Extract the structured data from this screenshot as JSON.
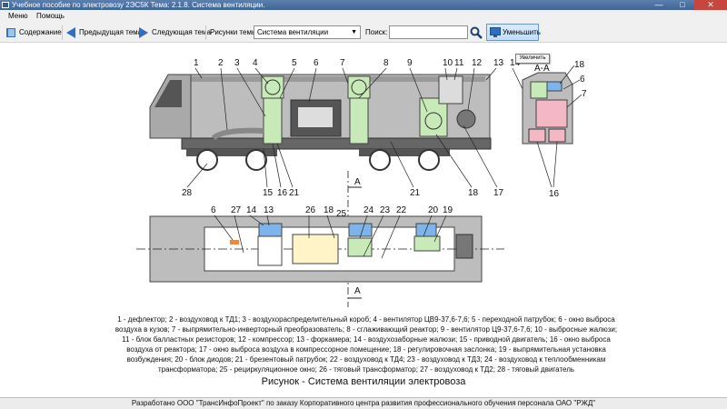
{
  "window": {
    "title": "Учебное пособие по электровозу 2ЭС5К Тема: 2.1.8. Система вентиляции.",
    "min_glyph": "—",
    "max_glyph": "□",
    "close_glyph": "✕"
  },
  "menu": {
    "items": [
      "Меню",
      "Помощь"
    ]
  },
  "toolbar": {
    "contents_label": "Содержание",
    "prev_label": "Предыдущая тема",
    "next_label": "Следующая тема",
    "figures_label": "Рисунки темы",
    "figures_selected": "Система вентиляции",
    "search_label": "Поиск:",
    "search_value": "",
    "zoom_label": "Уменьшить",
    "tooltip": "Увеличить"
  },
  "icons": {
    "contents": "book-icon",
    "prev": "arrow-left-icon",
    "next": "arrow-right-icon",
    "search": "magnifier-icon",
    "zoom": "monitor-icon"
  },
  "colors": {
    "green": "#c8eab8",
    "blue": "#7fb4ea",
    "pink": "#f4b8c4",
    "dark": "#555555",
    "body": "#b7b7b7",
    "accent": "#2e6fbf"
  },
  "drawing": {
    "section_label": "А-А",
    "cut_label": "А",
    "side_numbers": [
      "1",
      "2",
      "3",
      "4",
      "5",
      "6",
      "7",
      "8",
      "9",
      "10",
      "11",
      "12",
      "13",
      "14"
    ],
    "side_bottom_numbers": [
      "28",
      "15",
      "16",
      "21",
      "21",
      "18",
      "17"
    ],
    "plan_numbers": [
      "6",
      "27",
      "14",
      "13",
      "26",
      "18",
      "25",
      "24",
      "23",
      "22",
      "20",
      "19"
    ],
    "section_numbers": [
      "18",
      "6",
      "7",
      "16"
    ]
  },
  "legend": {
    "lines": [
      "1 - дефлектор; 2 - воздуховод к ТД1; 3 - воздухораспределительный короб; 4 - вентилятор ЦВ9-37,6-7,6; 5 - переходной патрубок; 6 - окно выброса",
      "воздуха в кузов; 7 - выпрямительно-инверторный преобразователь; 8 - сглаживающий реактор; 9 - вентилятор Ц9-37,6-7,6; 10 - выбросные жалюзи;",
      "11 - блок балластных резисторов; 12 - компрессор; 13 - форкамера; 14 - воздухозаборные жалюзи; 15 - приводной двигатель; 16 - окно выброса",
      "воздуха от реактора; 17 - окно выброса воздуха в компрессорное помещение; 18 - регулировочная заслонка; 19 - выпрямительная установка",
      "возбуждения; 20 - блок диодов; 21 - брезентовый патрубок; 22 - воздуховод к ТД4; 23 - воздуховод к ТД3; 24 - воздуховод к теплообменникам",
      "трансформатора; 25 - рециркуляционное окно; 26 - тяговый трансформатор; 27 - воздуховод к ТД2; 28 - тяговый двигатель"
    ]
  },
  "caption": "Рисунок - Система вентиляции электровоза",
  "footer": "Разработано ООО \"ТрансИнфоПроект\" по заказу Корпоративного центра развития профессионального обучения персонала ОАО \"РЖД\""
}
